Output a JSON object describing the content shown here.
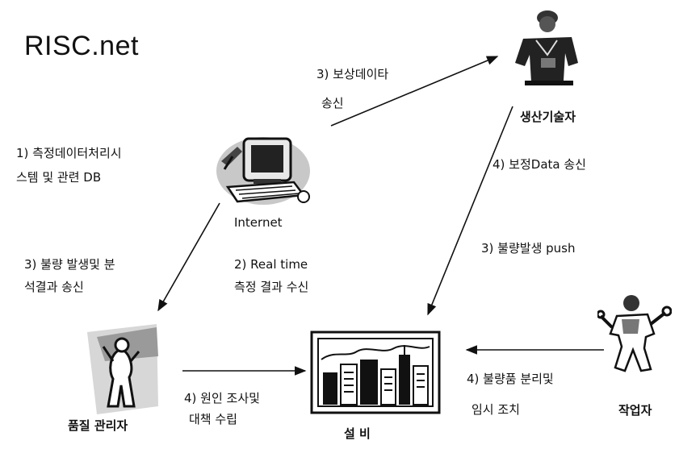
{
  "title": "RISC.net",
  "nodes": {
    "internet": "Internet",
    "production_engineer": "생산기술자",
    "quality_manager": "품질 관리자",
    "equipment": "설 비",
    "worker": "작업자"
  },
  "labels": {
    "measurement_system_line1": "1) 측정데이터처리시",
    "measurement_system_line2": "스템 및 관련 DB",
    "compensation_data_line1": "3) 보상데이타",
    "compensation_data_line2": "송신",
    "correction_data": "4) 보정Data 송신",
    "defect_push": "3) 불량발생 push",
    "defect_analysis_line1": "3) 불량 발생및 분",
    "defect_analysis_line2": "석결과 송신",
    "realtime_line1": "2) Real time",
    "realtime_line2": "측정 결과 수신",
    "cause_line1": "4) 원인 조사및",
    "cause_line2": "대책 수립",
    "defect_isolation_line1": "4) 불량품 분리및",
    "defect_isolation_line2": "임시 조치"
  },
  "icons": [
    "computer-icon",
    "engineer-icon",
    "quality-manager-icon",
    "factory-icon",
    "worker-icon"
  ]
}
